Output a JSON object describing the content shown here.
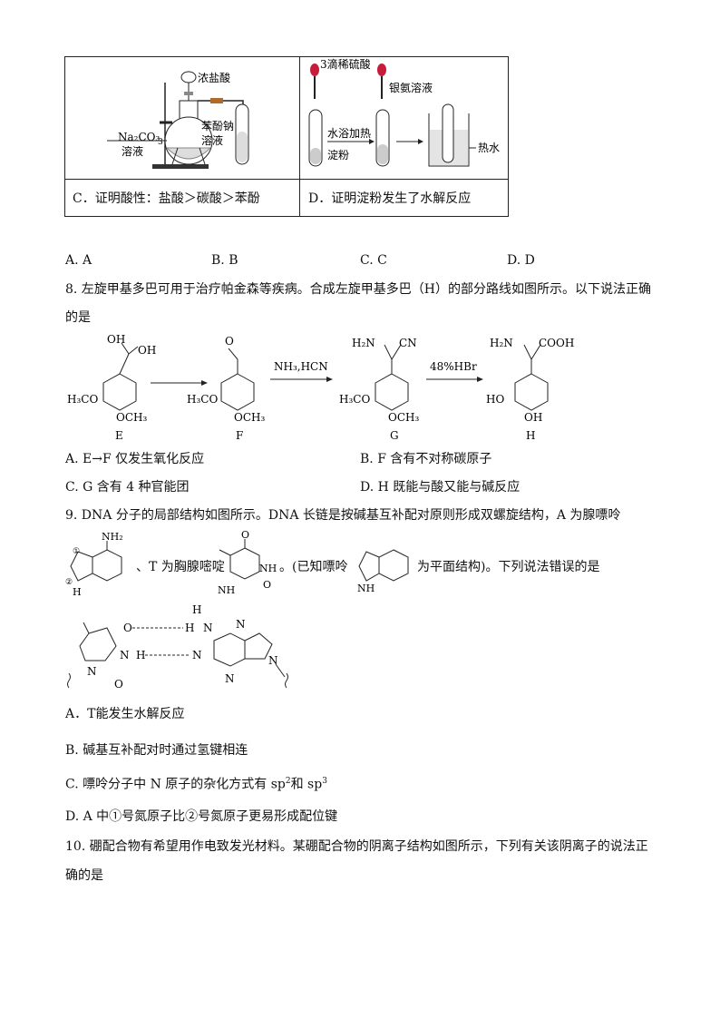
{
  "table": {
    "c_apparatus": {
      "label_acid": "浓盐酸",
      "label_na2co3_1": "Na₂CO₃",
      "label_na2co3_2": "溶液",
      "label_phenolate_1": "苯酚钠",
      "label_phenolate_2": "溶液",
      "label_3": "3"
    },
    "d_apparatus": {
      "label_h2so4": "3滴稀硫酸",
      "label_silver": "银氨溶液",
      "label_waterbath": "水浴加热",
      "label_starch": "淀粉",
      "label_hotwater": "热水"
    },
    "c_caption": "C．证明酸性：盐酸＞碳酸＞苯酚",
    "d_caption": "D．证明淀粉发生了水解反应"
  },
  "q7_options": [
    "A. A",
    "B. B",
    "C. C",
    "D. D"
  ],
  "q8": {
    "stem_line1": "8. 左旋甲基多巴可用于治疗帕金森等疾病。合成左旋甲基多巴（H）的部分路线如图所示。以下说法正确",
    "stem_line2": "的是",
    "labels": {
      "E": "E",
      "F": "F",
      "G": "G",
      "H": "H",
      "reagent1": "NH₃,HCN",
      "reagent2": "48%HBr",
      "h3co": "H₃CO",
      "och3": "OCH₃",
      "ho": "HO",
      "oh": "OH",
      "h2n": "H₂N",
      "cn": "CN",
      "cooh": "COOH",
      "o": "O"
    },
    "options": {
      "A": "A. E→F 仅发生氧化反应",
      "B": "B. F 含有不对称碳原子",
      "C": "C. G 含有 4 种官能团",
      "D": "D. H 既能与酸又能与碱反应"
    }
  },
  "q9": {
    "stem": "9. DNA 分子的局部结构如图所示。DNA 长链是按碱基互补配对原则形成双螺旋结构，A 为腺嘌呤",
    "mid1": "、T 为胸腺嘧啶",
    "mid2": "。(已知嘌呤",
    "mid3": "为平面结构)。下列说法错误的是",
    "atoms": {
      "N": "N",
      "NH": "NH",
      "NH2": "NH₂",
      "O": "O",
      "H": "H",
      "circ1": "①",
      "circ2": "②"
    },
    "options": {
      "A": "A．T能发生水解反应",
      "B": "B. 碱基互补配对时通过氢键相连",
      "C_pre": "C. 嘌呤分子中 N 原子的杂化方式有 sp",
      "C_sup1": "2",
      "C_mid": "和 sp",
      "C_sup2": "3",
      "D": "D. A 中①号氮原子比②号氮原子更易形成配位键"
    }
  },
  "q10": {
    "line1": "10. 硼配合物有希望用作电致发光材料。某硼配合物的阴离子结构如图所示，下列有关该阴离子的说法正",
    "line2": "确的是"
  }
}
